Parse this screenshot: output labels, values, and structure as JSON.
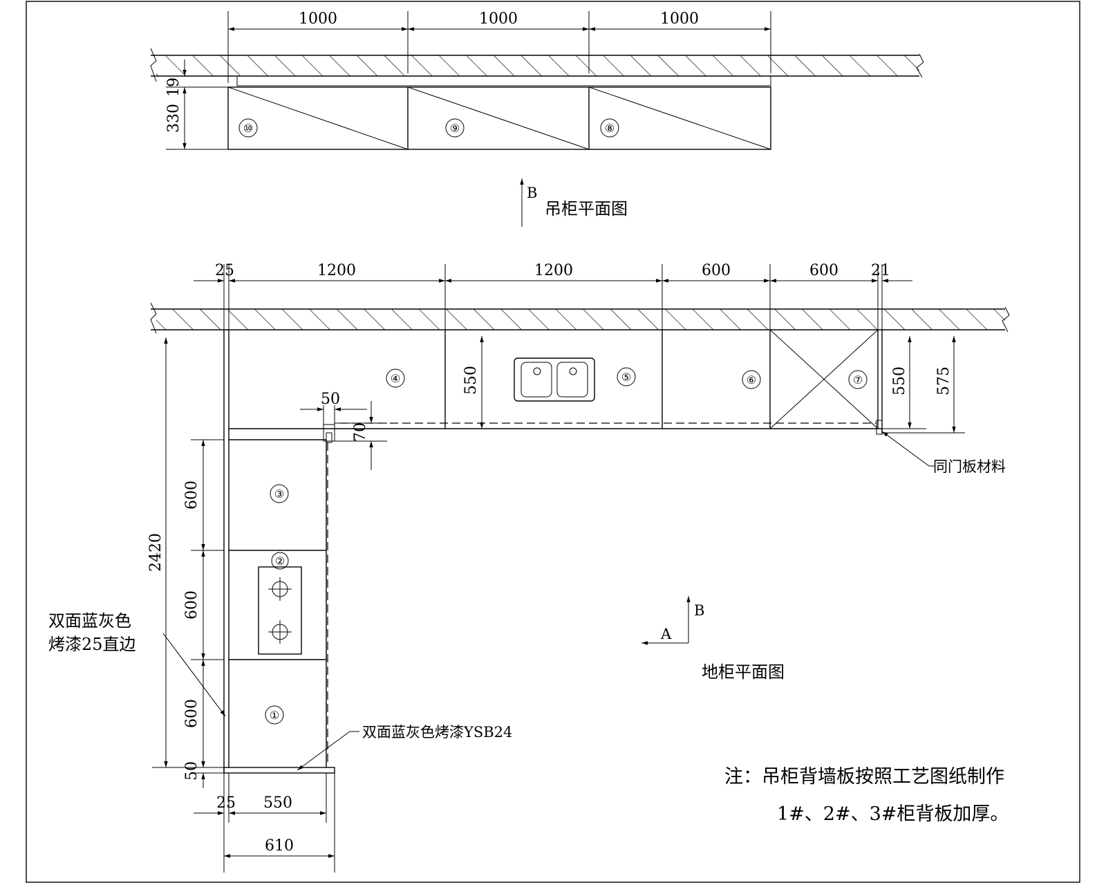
{
  "wall_plan": {
    "title": "吊柜平面图",
    "widths": [
      "1000",
      "1000",
      "1000"
    ],
    "depths": [
      "19",
      "330"
    ],
    "cabinets": [
      "⑩",
      "⑨",
      "⑧"
    ],
    "view_marker": "B"
  },
  "base_plan": {
    "title": "地柜平面图",
    "widths": [
      "25",
      "1200",
      "1200",
      "600",
      "600",
      "21"
    ],
    "side_dims": {
      "total_length": "2420",
      "segments": [
        "600",
        "600",
        "600",
        "50"
      ],
      "back_depth": "550",
      "right_depth": "550",
      "right_total": "575",
      "gap_width": "50",
      "gap_depth": "70"
    },
    "bottom_dims": [
      "25",
      "550",
      "610"
    ],
    "cabinets": [
      "①",
      "②",
      "③",
      "④",
      "⑤",
      "⑥",
      "⑦"
    ],
    "view_markers": [
      "A",
      "B"
    ],
    "labels": {
      "same_material": "同门板材料",
      "edge_panel_line1": "双面蓝灰色",
      "edge_panel_line2": "烤漆25直边",
      "end_panel": "双面蓝灰色烤漆YSB24"
    }
  },
  "notes": {
    "line1": "注：吊柜背墙板按照工艺图纸制作",
    "line2": "1#、2#、3#柜背板加厚。"
  }
}
